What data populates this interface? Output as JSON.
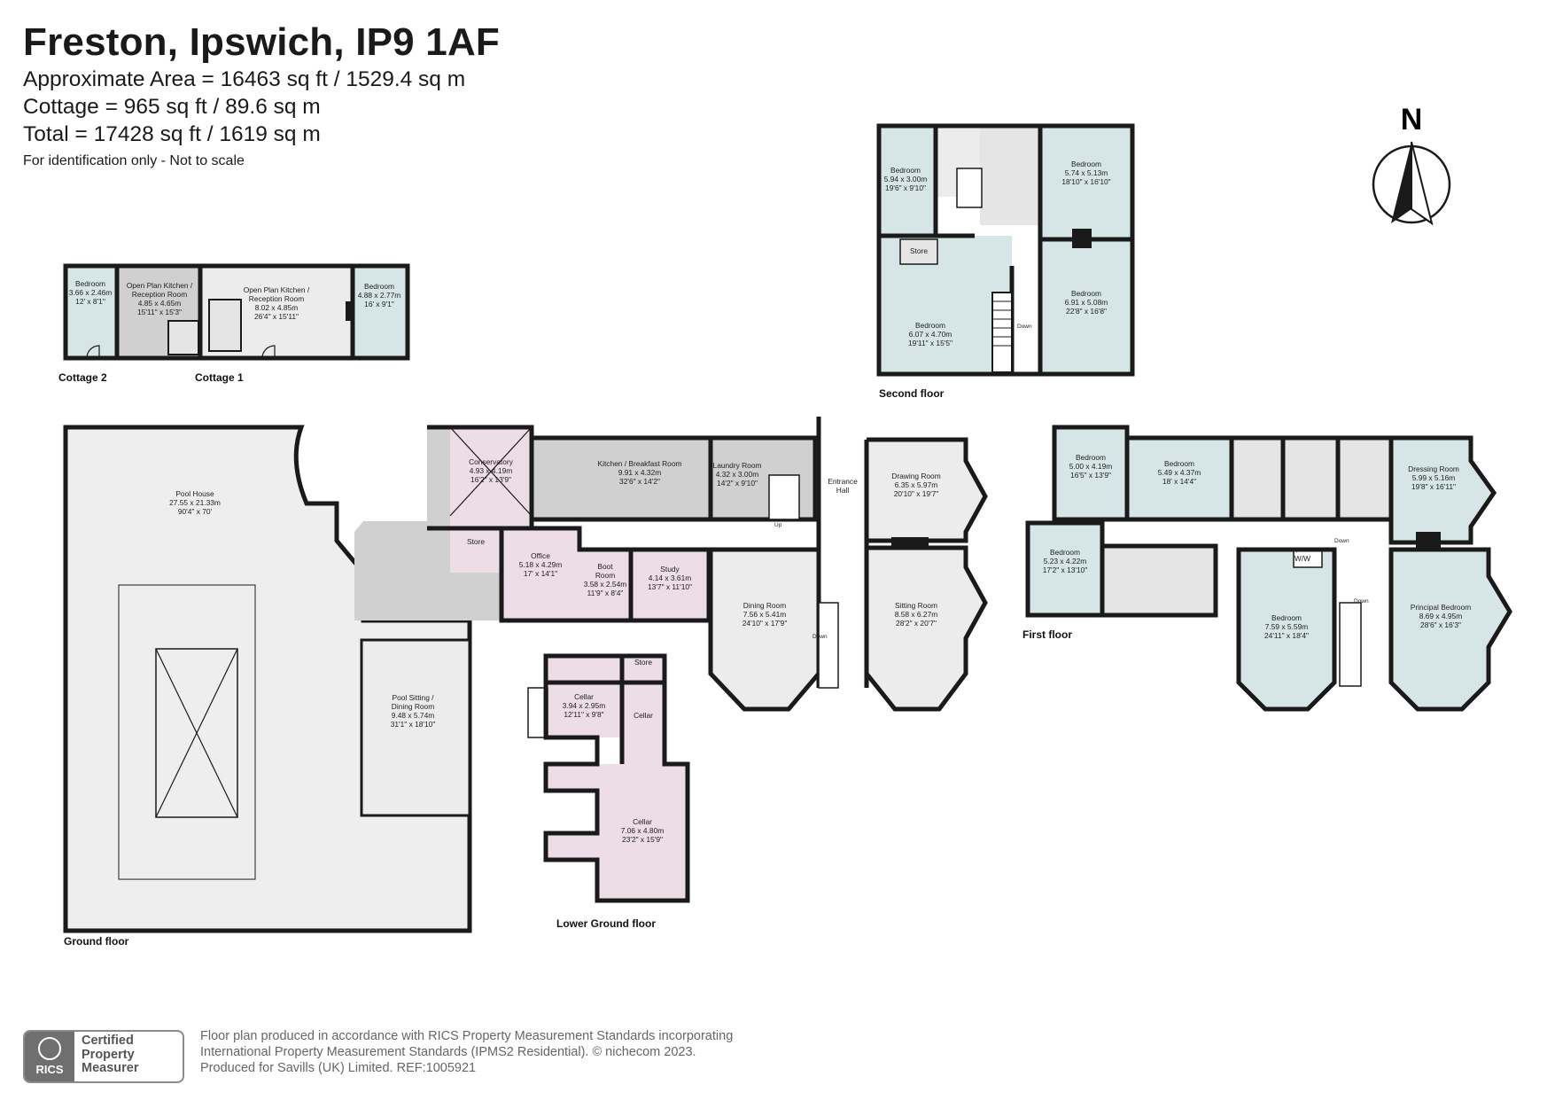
{
  "header": {
    "title": "Freston, Ipswich, IP9 1AF",
    "area_main": "Approximate Area = 16463 sq ft / 1529.4 sq m",
    "area_cottage": "Cottage = 965 sq ft / 89.6 sq m",
    "area_total": "Total = 17428 sq ft / 1619 sq m",
    "disclaimer": "For identification only - Not to scale"
  },
  "compass": {
    "label": "N"
  },
  "floors": {
    "cottage2": "Cottage 2",
    "cottage1": "Cottage 1",
    "second": "Second floor",
    "ground": "Ground floor",
    "lower": "Lower Ground floor",
    "first": "First floor"
  },
  "rooms": {
    "c2_bedroom": [
      "Bedroom",
      "3.66 x 2.46m",
      "12' x 8'1\""
    ],
    "c2_kitchen": [
      "Open Plan Kitchen /",
      "Reception Room",
      "4.85 x 4.65m",
      "15'11\" x 15'3\""
    ],
    "c1_kitchen": [
      "Open Plan Kitchen /",
      "Reception Room",
      "8.02 x 4.85m",
      "26'4\" x 15'11\""
    ],
    "c1_bedroom": [
      "Bedroom",
      "4.88 x 2.77m",
      "16' x 9'1\""
    ],
    "sf_bed_nw": [
      "Bedroom",
      "5.94 x 3.00m",
      "19'6\" x 9'10\""
    ],
    "sf_bed_ne": [
      "Bedroom",
      "5.74 x 5.13m",
      "18'10\" x 16'10\""
    ],
    "sf_store": [
      "Store"
    ],
    "sf_bed_sw": [
      "Bedroom",
      "6.07 x 4.70m",
      "19'11\" x 15'5\""
    ],
    "sf_bed_se": [
      "Bedroom",
      "6.91 x 5.08m",
      "22'8\" x 16'8\""
    ],
    "pool_house": [
      "Pool House",
      "27.55 x 21.33m",
      "90'4\" x 70'"
    ],
    "conservatory": [
      "Conservatory",
      "4.93 x 4.19m",
      "16'2\" x 13'9\""
    ],
    "kitchen": [
      "Kitchen / Breakfast Room",
      "9.91 x 4.32m",
      "32'6\" x 14'2\""
    ],
    "laundry": [
      "Laundry Room",
      "4.32 x 3.00m",
      "14'2\" x 9'10\""
    ],
    "entrance": [
      "Entrance",
      "Hall"
    ],
    "drawing": [
      "Drawing Room",
      "6.35 x 5.97m",
      "20'10\" x 19'7\""
    ],
    "store_g": [
      "Store"
    ],
    "office": [
      "Office",
      "5.18 x 4.29m",
      "17' x 14'1\""
    ],
    "boot": [
      "Boot",
      "Room",
      "3.58 x 2.54m",
      "11'9\" x 8'4\""
    ],
    "study": [
      "Study",
      "4.14 x 3.61m",
      "13'7\" x 11'10\""
    ],
    "dining": [
      "Dining Room",
      "7.56 x 5.41m",
      "24'10\" x 17'9\""
    ],
    "sitting": [
      "Sitting Room",
      "8.58 x 6.27m",
      "28'2\" x 20'7\""
    ],
    "pool_sitting": [
      "Pool Sitting /",
      "Dining Room",
      "9.48 x 5.74m",
      "31'1\" x 18'10\""
    ],
    "lg_store": [
      "Store"
    ],
    "lg_cellar1": [
      "Cellar",
      "3.94 x 2.95m",
      "12'11\" x 9'8\""
    ],
    "lg_cellar2": [
      "Cellar"
    ],
    "lg_cellar3": [
      "Cellar",
      "7.06 x 4.80m",
      "23'2\" x 15'9\""
    ],
    "ff_bed1": [
      "Bedroom",
      "5.00 x 4.19m",
      "16'5\" x 13'9\""
    ],
    "ff_bed2": [
      "Bedroom",
      "5.49 x 4.37m",
      "18' x 14'4\""
    ],
    "ff_dressing": [
      "Dressing Room",
      "5.99 x 5.16m",
      "19'8\" x 16'11\""
    ],
    "ff_bed3": [
      "Bedroom",
      "5.23 x 4.22m",
      "17'2\" x 13'10\""
    ],
    "ff_wiw": [
      "W/W"
    ],
    "ff_bed4": [
      "Bedroom",
      "7.59 x 5.59m",
      "24'11\" x 18'4\""
    ],
    "ff_principal": [
      "Principal Bedroom",
      "8.69 x 4.95m",
      "28'6\" x 16'3\""
    ]
  },
  "stairs": {
    "up": "Up",
    "down": "Down"
  },
  "colors": {
    "wall": "#1a1a1a",
    "pool_house": "#eeeeee",
    "bedroom_blue": "#d6e6e6",
    "grey": "#d0d0d0",
    "reception": "#ececec",
    "pink": "#ecdde6",
    "bathroom": "#e5e5e5"
  },
  "footer": {
    "badge_logo": "RICS",
    "badge_line1": "Certified",
    "badge_line2": "Property",
    "badge_line3": "Measurer",
    "line1": "Floor plan produced in accordance with RICS Property Measurement Standards incorporating",
    "line2": "International Property Measurement Standards (IPMS2 Residential).   © nichecom 2023.",
    "line3": "Produced for Savills (UK) Limited.   REF:1005921"
  }
}
